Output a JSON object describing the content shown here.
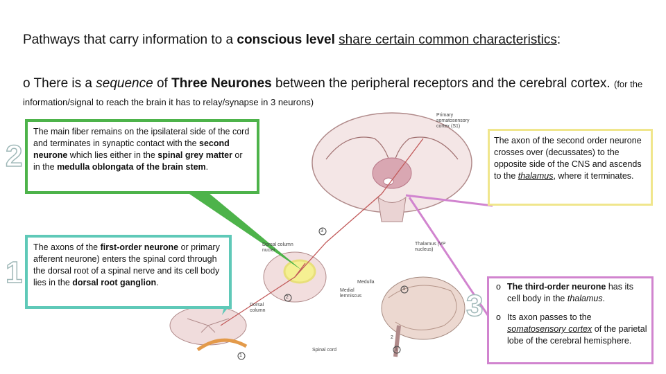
{
  "heading": {
    "part1": "Pathways that carry information to a ",
    "part2": "conscious level",
    "part3": "share certain common characteristics",
    "part4": ":"
  },
  "bullet1": {
    "marker": "o",
    "t1": "There is a ",
    "t2": "sequence",
    "t3": " of ",
    "t4": "Three Neurones",
    "t5": " between the peripheral receptors and the cerebral cortex. ",
    "t6": "(for the information/signal to reach the brain it has to relay/synapse in 3 neurons)"
  },
  "box2": {
    "t1": "The main fiber remains on the ipsilateral side of the cord and terminates in synaptic contact with the ",
    "t2": "second neurone",
    "t3": " which lies either in the ",
    "t4": "spinal grey matter",
    "t5": " or in the ",
    "t6": "medulla oblongata of the brain stem",
    "t7": "."
  },
  "box1": {
    "t1": "The axons of the ",
    "t2": "first-order neurone",
    "t3": " or primary afferent neurone) enters the spinal cord through the dorsal root of a spinal nerve and its cell body lies in the ",
    "t4": "dorsal root ganglion",
    "t5": "."
  },
  "boxR": {
    "t1": "The axon of the second order neurone crosses over (decussates) to the opposite side of the CNS and ascends to the ",
    "t2": "thalamus",
    "t3": ", where it terminates."
  },
  "box3": {
    "item1": {
      "marker": "o",
      "t1": "The third-order neurone",
      "t2": " has its cell body in the ",
      "t3": "thalamus",
      "t4": "."
    },
    "item2": {
      "marker": "o",
      "t1": "Its axon passes to the ",
      "t2": "somatosensory cortex",
      "t3": " of the parietal lobe of the cerebral hemisphere."
    }
  },
  "numbers": {
    "n1": "1",
    "n2": "2",
    "n3": "3"
  },
  "figure_labels": {
    "primary_cortex": "Primary somatosensory cortex (S1)",
    "thalamus": "Thalamus (VP nucleus)",
    "column_nuclei": "Dorsal column nuclei",
    "medulla": "Medulla",
    "medial_lemniscus": "Medial lemniscus",
    "dorsal_column": "Dorsal column",
    "spinal_cord": "Spinal cord",
    "c1": "1",
    "c2": "2",
    "c3": "3",
    "c3b": "3",
    "c2b": "2",
    "c1b": "1"
  },
  "colors": {
    "green": "#4db34a",
    "teal": "#5fc9b8",
    "yellow": "#f0e68c",
    "pink": "#d184cf"
  }
}
